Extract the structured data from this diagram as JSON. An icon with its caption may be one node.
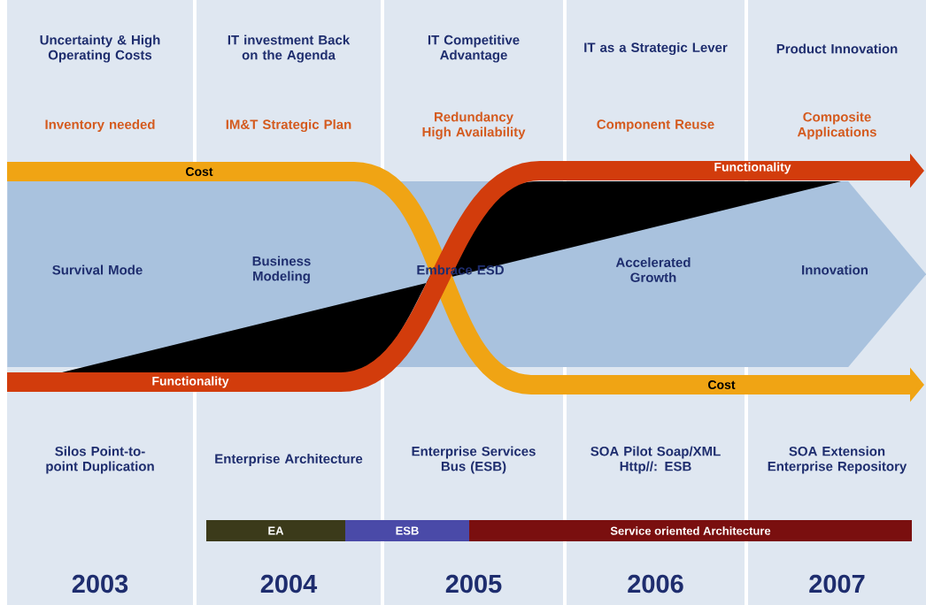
{
  "diagram": {
    "nodes": [
      {
        "text": [
          "Survival Mode",
          "Business Modeling",
          "Embrace ESD",
          "Accelerated Growth",
          "Innovation"
        ]
      },
      {
        "text": [
          "EA"
        ]
      },
      {
        "text": [
          "ESB"
        ]
      },
      {
        "text": [
          "Service oriented Architecture"
        ]
      }
    ],
    "labels": [
      "Uncertainty & High Operating Costs",
      "IT investment Back on the Agenda",
      "IT Competitive Advantage",
      "IT as a Strategic Lever",
      "Product Innovation",
      "Inventory needed",
      "IM&T Strategic Plan",
      "Redundancy High Availability",
      "Component Reuse",
      "Composite Applications",
      "Cost",
      "Functionality",
      "Functionality",
      "Cost",
      "Silos Point-to-point Duplication",
      "Enterprise Architecture",
      "Enterprise Services Bus (ESB)",
      "SOA Pilot Soap/XML Http//: ESB",
      "SOA Extension Enterprise Repository",
      "2003",
      "2004",
      "2005",
      "2006",
      "2007"
    ]
  }
}
